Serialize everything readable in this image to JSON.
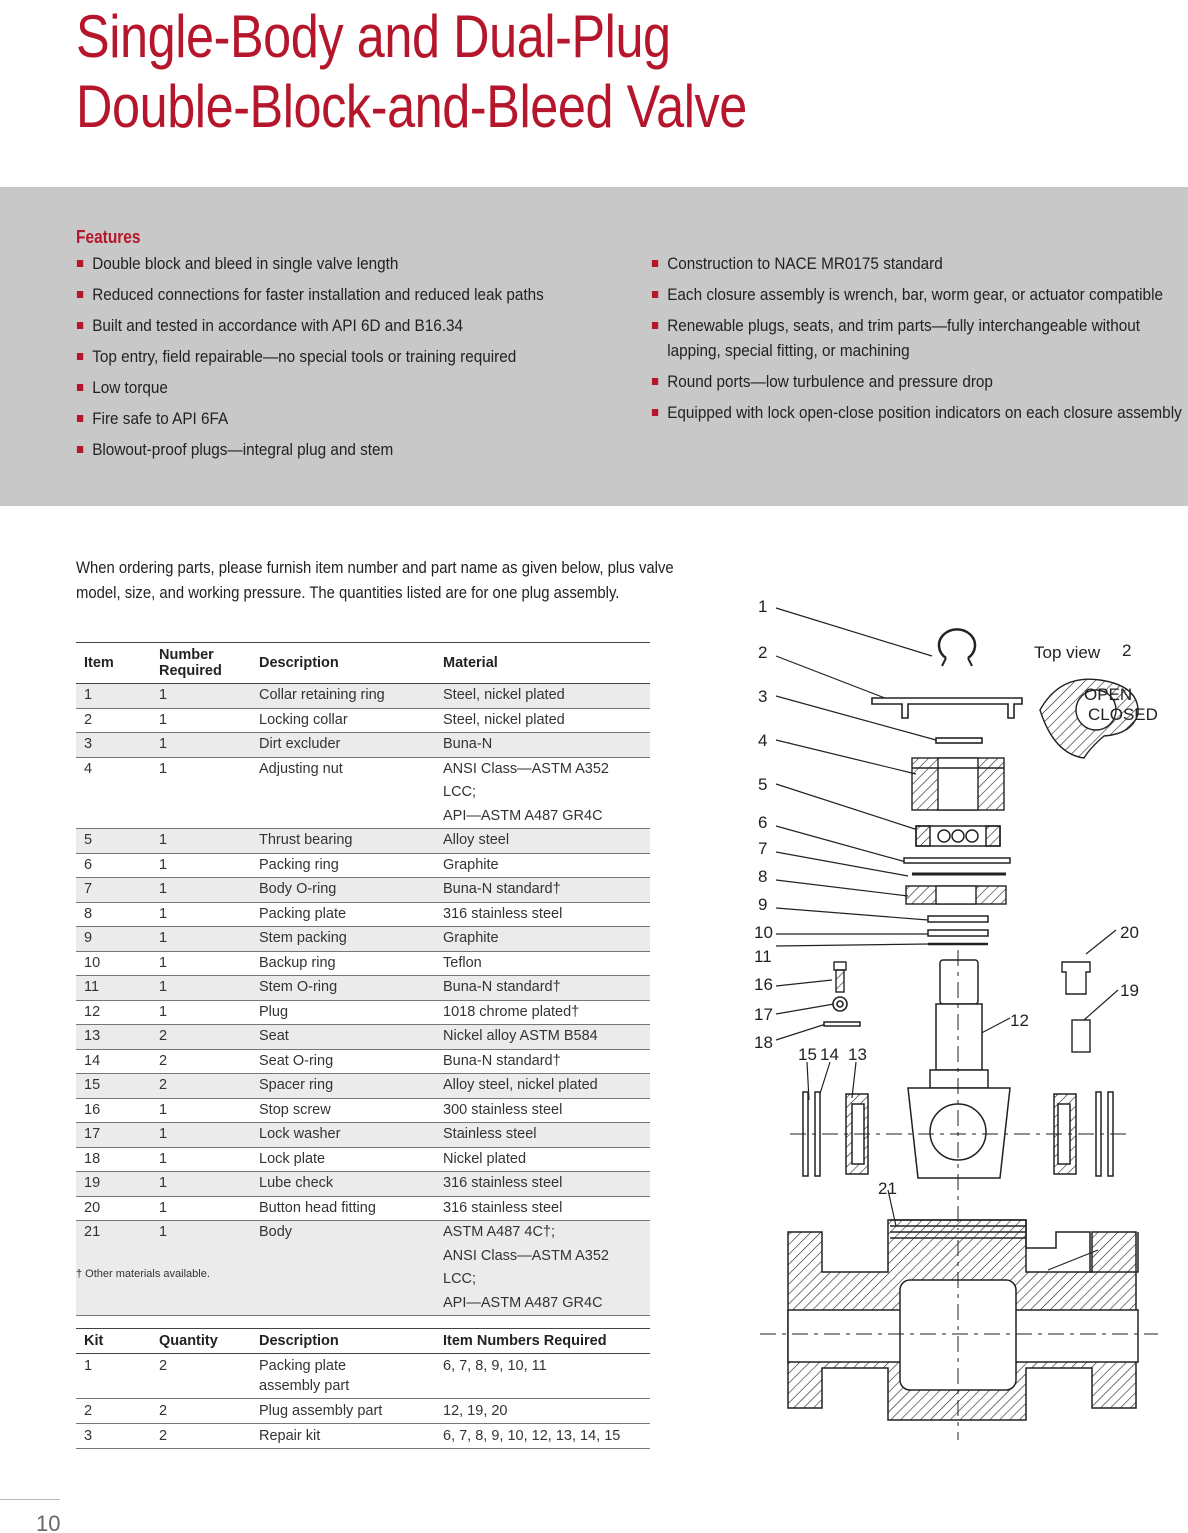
{
  "title": {
    "line1": "Single-Body and Dual-Plug",
    "line2": "Double-Block-and-Bleed Valve"
  },
  "features": {
    "heading": "Features",
    "left": [
      "Double block and bleed in single valve length",
      "Reduced connections for faster installation and reduced leak paths",
      "Built and tested in accordance with API 6D and B16.34",
      "Top entry, field repairable—no special tools or training required",
      "Low torque",
      "Fire safe to API 6FA",
      "Blowout-proof plugs—integral plug and stem"
    ],
    "right": [
      "Construction to NACE MR0175 standard",
      "Each closure assembly is wrench, bar, worm gear, or actuator compatible",
      "Renewable plugs, seats, and trim parts—fully interchangeable without lapping, special fitting, or machining",
      "Round ports—low turbulence and pressure drop",
      "Equipped with lock open-close position indicators on each closure assembly"
    ]
  },
  "intro": "When ordering parts, please furnish item number and part name as given below, plus valve model, size, and working pressure. The quantities listed are for one plug assembly.",
  "parts_table": {
    "headers": [
      "Item",
      "Number Required",
      "Description",
      "Material"
    ],
    "rows": [
      [
        "1",
        "1",
        "Collar retaining ring",
        "Steel, nickel plated"
      ],
      [
        "2",
        "1",
        "Locking collar",
        "Steel, nickel plated"
      ],
      [
        "3",
        "1",
        "Dirt excluder",
        "Buna-N"
      ],
      [
        "4",
        "1",
        "Adjusting nut",
        "ANSI Class—ASTM A352 LCC;",
        "API—ASTM A487 GR4C"
      ],
      [
        "5",
        "1",
        "Thrust bearing",
        "Alloy steel"
      ],
      [
        "6",
        "1",
        "Packing ring",
        "Graphite"
      ],
      [
        "7",
        "1",
        "Body O-ring",
        "Buna-N standard†"
      ],
      [
        "8",
        "1",
        "Packing plate",
        "316 stainless steel"
      ],
      [
        "9",
        "1",
        "Stem packing",
        "Graphite"
      ],
      [
        "10",
        "1",
        "Backup ring",
        "Teflon"
      ],
      [
        "11",
        "1",
        "Stem O-ring",
        "Buna-N standard†"
      ],
      [
        "12",
        "1",
        "Plug",
        "1018 chrome plated†"
      ],
      [
        "13",
        "2",
        "Seat",
        "Nickel alloy ASTM B584"
      ],
      [
        "14",
        "2",
        "Seat O-ring",
        "Buna-N standard†"
      ],
      [
        "15",
        "2",
        "Spacer ring",
        "Alloy steel, nickel plated"
      ],
      [
        "16",
        "1",
        "Stop screw",
        "300 stainless steel"
      ],
      [
        "17",
        "1",
        "Lock washer",
        "Stainless steel"
      ],
      [
        "18",
        "1",
        "Lock plate",
        "Nickel plated"
      ],
      [
        "19",
        "1",
        "Lube check",
        "316 stainless steel"
      ],
      [
        "20",
        "1",
        "Button head fitting",
        "316 stainless steel"
      ],
      [
        "21",
        "1",
        "Body",
        "ASTM A487 4C†;",
        "ANSI Class—ASTM A352 LCC;",
        "API—ASTM A487 GR4C"
      ]
    ],
    "footnote": "† Other materials available."
  },
  "kits_table": {
    "headers": [
      "Kit",
      "Quantity",
      "Description",
      "Item Numbers Required"
    ],
    "rows": [
      [
        "1",
        "2",
        "Packing plate",
        "assembly part",
        "6, 7, 8, 9, 10, 11"
      ],
      [
        "2",
        "2",
        "Plug assembly part",
        "",
        "12, 19, 20"
      ],
      [
        "3",
        "2",
        "Repair kit",
        "",
        "6, 7, 8, 9, 10, 12, 13, 14, 15"
      ]
    ]
  },
  "diagram": {
    "top_view_label": "Top view",
    "callouts": [
      "1",
      "2",
      "3",
      "4",
      "5",
      "6",
      "7",
      "8",
      "9",
      "10",
      "11",
      "16",
      "17",
      "18",
      "15",
      "14",
      "13",
      "12",
      "20",
      "19",
      "21",
      "2"
    ],
    "indicator_open": "OPEN",
    "indicator_closed": "CLOSED"
  },
  "page_number": "10",
  "colors": {
    "accent": "#b5162b",
    "band": "#c8c8c8",
    "row_shade": "#ebebeb"
  }
}
